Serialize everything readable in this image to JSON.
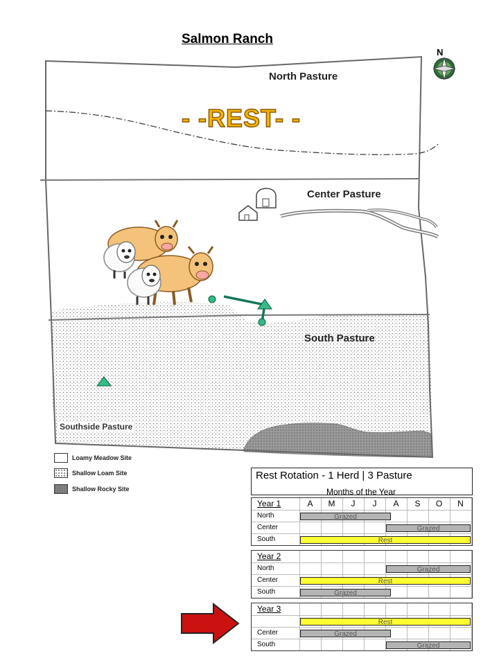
{
  "map": {
    "title": "Salmon Ranch",
    "compass_letter": "N",
    "rest_banner": "- -REST- -",
    "pastures": {
      "north": "North Pasture",
      "center": "Center Pasture",
      "south": "South Pasture",
      "southside": "Southside Pasture"
    }
  },
  "legend": {
    "items": [
      {
        "label": "Loamy Meadow Site",
        "swatch": "blank"
      },
      {
        "label": "Shallow Loam Site",
        "swatch": "dotted"
      },
      {
        "label": "Shallow Rocky Site",
        "swatch": "dark-dotted"
      }
    ]
  },
  "colors": {
    "rest_bar": "#ffff33",
    "grazed_bar": "#b4b4b4",
    "arrow": "#cc1111",
    "pipeline": "#11775a",
    "water_point": "#33bb88",
    "rest_banner": "#f7b500"
  },
  "chart_data": {
    "type": "table",
    "title": "Rest Rotation",
    "subtitle": "- 1 Herd | 3 Pasture",
    "caption": "Months of the Year",
    "months": [
      "A",
      "M",
      "J",
      "J",
      "A",
      "S",
      "O",
      "N"
    ],
    "years": [
      {
        "label": "Year 1",
        "rows": [
          {
            "pasture": "North",
            "status": "Grazed",
            "start": 0,
            "end": 4
          },
          {
            "pasture": "Center",
            "status": "Grazed",
            "start": 4,
            "end": 8
          },
          {
            "pasture": "South",
            "status": "Rest",
            "start": 0,
            "end": 8
          }
        ]
      },
      {
        "label": "Year 2",
        "rows": [
          {
            "pasture": "North",
            "status": "Grazed",
            "start": 4,
            "end": 8
          },
          {
            "pasture": "Center",
            "status": "Rest",
            "start": 0,
            "end": 8
          },
          {
            "pasture": "South",
            "status": "Grazed",
            "start": 0,
            "end": 4
          }
        ]
      },
      {
        "label": "Year 3",
        "rows": [
          {
            "pasture": "",
            "status": "Rest",
            "start": 0,
            "end": 8
          },
          {
            "pasture": "Center",
            "status": "Grazed",
            "start": 0,
            "end": 4
          },
          {
            "pasture": "South",
            "status": "Grazed",
            "start": 4,
            "end": 8
          }
        ]
      }
    ]
  }
}
